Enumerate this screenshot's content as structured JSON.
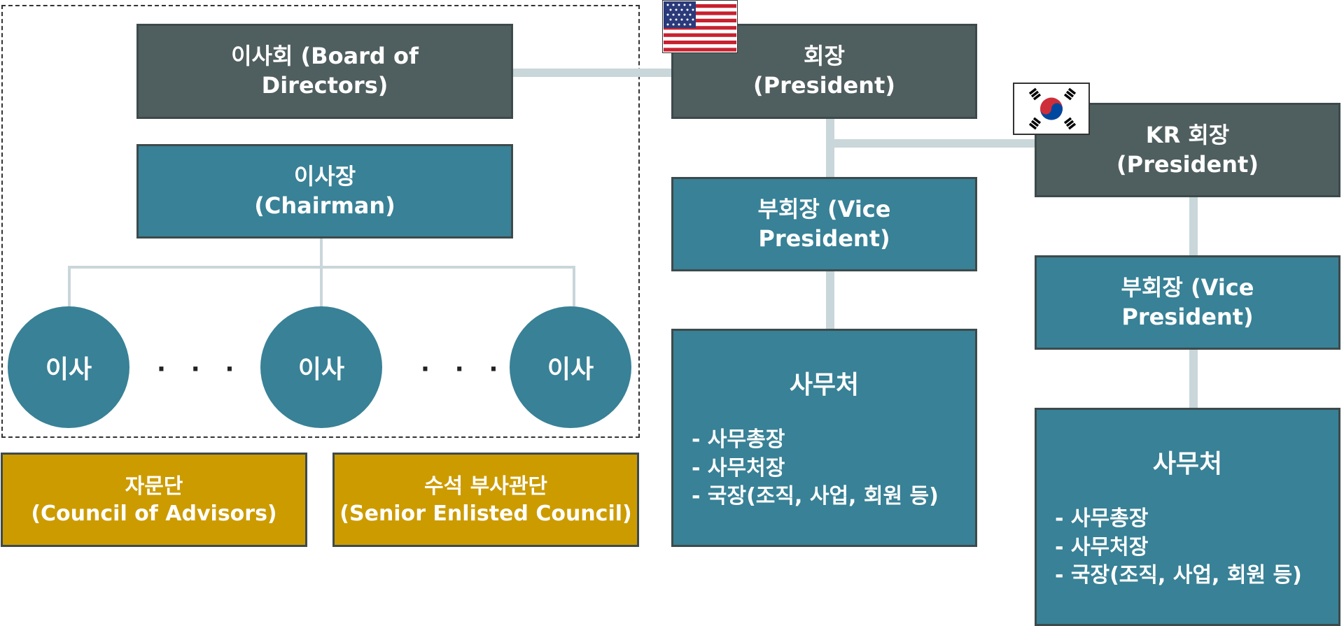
{
  "board": {
    "line1": "이사회 (Board of",
    "line2": "Directors)"
  },
  "chairman": {
    "line1": "이사장",
    "line2": "(Chairman)"
  },
  "directors": [
    {
      "label": "이사"
    },
    {
      "label": "이사"
    },
    {
      "label": "이사"
    }
  ],
  "ellipsis": "· · ·",
  "advisors": {
    "line1": "자문단",
    "line2": "(Council of Advisors)"
  },
  "senior": {
    "line1": "수석 부사관단",
    "line2": "(Senior Enlisted Council)"
  },
  "president": {
    "line1": "회장",
    "line2": "(President)"
  },
  "vice_president": {
    "line1": "부회장 (Vice",
    "line2": "President)"
  },
  "office": {
    "title": "사무처",
    "items": [
      "- 사무총장",
      "- 사무처장",
      "- 국장(조직, 사업, 회원 등)"
    ]
  },
  "kr_president": {
    "line1": "KR 회장",
    "line2": "(President)"
  },
  "kr_vice_president": {
    "line1": "부회장 (Vice",
    "line2": "President)"
  },
  "kr_office": {
    "title": "사무처",
    "items": [
      "- 사무총장",
      "- 사무처장",
      "- 국장(조직, 사업, 회원 등)"
    ]
  },
  "colors": {
    "gray": "#4f5e5e",
    "teal": "#388196",
    "gold": "#cc9b00",
    "connector": "#c9d6da"
  },
  "icons": {
    "us_flag": "us-flag-icon",
    "kr_flag": "kr-flag-icon"
  }
}
